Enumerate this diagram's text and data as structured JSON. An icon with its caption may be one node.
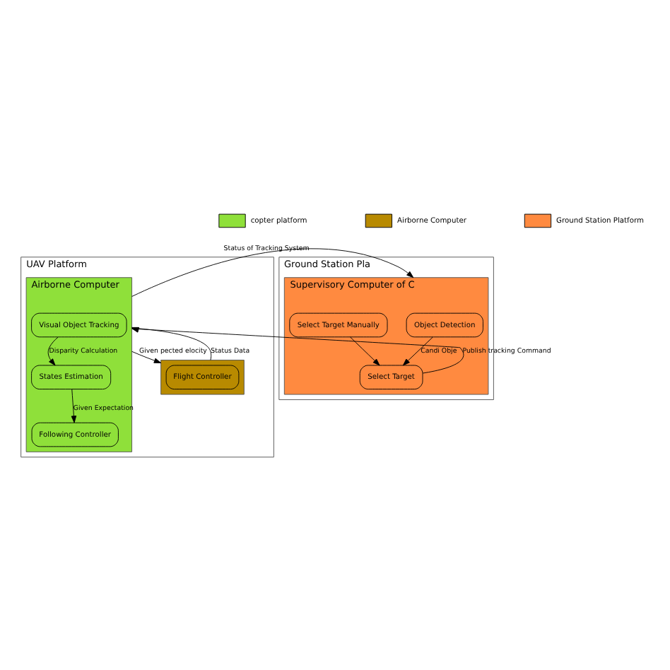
{
  "diagram": {
    "nodes": [
      {
        "text": [
          "UAV Platform"
        ]
      },
      {
        "text": [
          "Airborne Computer"
        ],
        "in": 0
      },
      {
        "text": [
          "Visual Object Tracking"
        ],
        "in": 1
      },
      {
        "text": [
          "States Estimation"
        ],
        "in": 1
      },
      {
        "text": [
          "Following Controller"
        ],
        "in": 1
      },
      {
        "text": [],
        "shape": "box",
        "in": 0
      },
      {
        "text": [
          "Flight Controller"
        ],
        "in": 5
      },
      {
        "text": [
          "Ground Station Pla"
        ]
      },
      {
        "text": [
          "Supervisory Computer of C"
        ],
        "in": 7
      },
      {
        "text": [
          "Object Detection"
        ],
        "in": 8
      },
      {
        "text": [
          "Select Target"
        ],
        "in": 8
      },
      {
        "text": [
          "Select Target Manually"
        ],
        "in": 8
      }
    ],
    "edges": [
      {
        "from": 2,
        "to": 3,
        "arrow": "to",
        "label": "Disparity Calculation"
      },
      {
        "from": 3,
        "to": 4,
        "arrow": "to",
        "label": "Given Expectation"
      },
      {
        "from": 1,
        "to": 5,
        "arrow": "to",
        "label": "Given pected elocity"
      },
      {
        "from": 5,
        "to": 1,
        "arrow": "to",
        "label": "Status Data"
      },
      {
        "from": 1,
        "to": 8,
        "arrow": "to",
        "label": "Status of Tracking System"
      },
      {
        "from": 10,
        "to": 1,
        "arrow": "to",
        "label": "Publish tracking Command"
      },
      {
        "from": 9,
        "to": 10,
        "arrow": "to",
        "label": "Candi Obje"
      },
      {
        "from": 11,
        "to": 10,
        "arrow": "to"
      }
    ],
    "legend": [
      {
        "text": "copter platform",
        "color": "#8fe03a"
      },
      {
        "text": "Airborne Computer",
        "color": "#b88a00"
      },
      {
        "text": "Ground Station Platform",
        "color": "#ff8a40"
      }
    ]
  }
}
